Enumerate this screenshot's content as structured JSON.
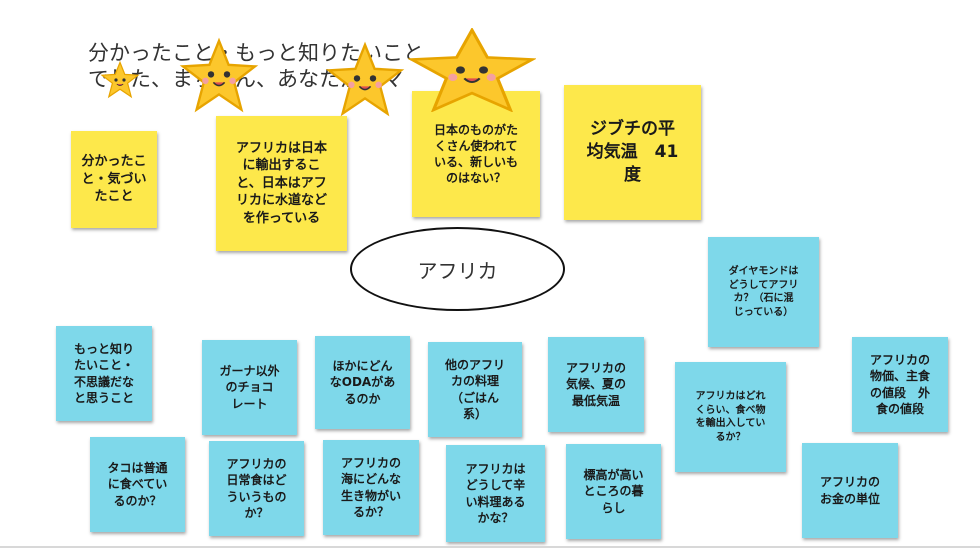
{
  "heading": {
    "line1": "分かったこと・もっと知りたいこと",
    "line2": "でした、まちゃん、あなたがママ"
  },
  "center_label": "アフリカ",
  "colors": {
    "yellow_note": "#fde84b",
    "blue_note": "#7ed8ea",
    "star_fill": "#fcc72c"
  },
  "stars": [
    "star-face-icon",
    "star-face-icon",
    "star-face-icon",
    "star-face-icon"
  ],
  "yellow_notes": [
    "分かったこ\nと・気づい\nたこと",
    "アフリカは日本\nに輸出するこ\nと、日本はアフ\nリカに水道など\nを作っている",
    "日本のものがた\nくさん使われて\nいる、新しいも\nのはない？",
    "ジブチの平\n均気温　41\n度"
  ],
  "blue_notes": [
    "もっと知り\nたいこと・\n不思議だな\nと思うこと",
    "ガーナ以外\nのチョコ\nレート",
    "ほかにどん\nなODAがあ\nるのか",
    "他のアフリ\nカの料理\n（ごはん\n系）",
    "アフリカの\n気候、夏の\n最低気温",
    "ダイヤモンドは\nどうしてアフリ\nカ？（石に混\nじっている）",
    "アフリカはどれ\nくらい、食べ物\nを輸出入してい\nるか？",
    "アフリカの\n物価、主食\nの値段　外\n食の値段",
    "タコは普通\nに食べてい\nるのか？",
    "アフリカの\n日常食はど\nういうもの\nか？",
    "アフリカの\n海にどんな\n生き物がい\nるか？",
    "アフリカは\nどうして辛\nい料理ある\nかな？",
    "標高が高い\nところの暮\nらし",
    "アフリカの\nお金の単位"
  ]
}
